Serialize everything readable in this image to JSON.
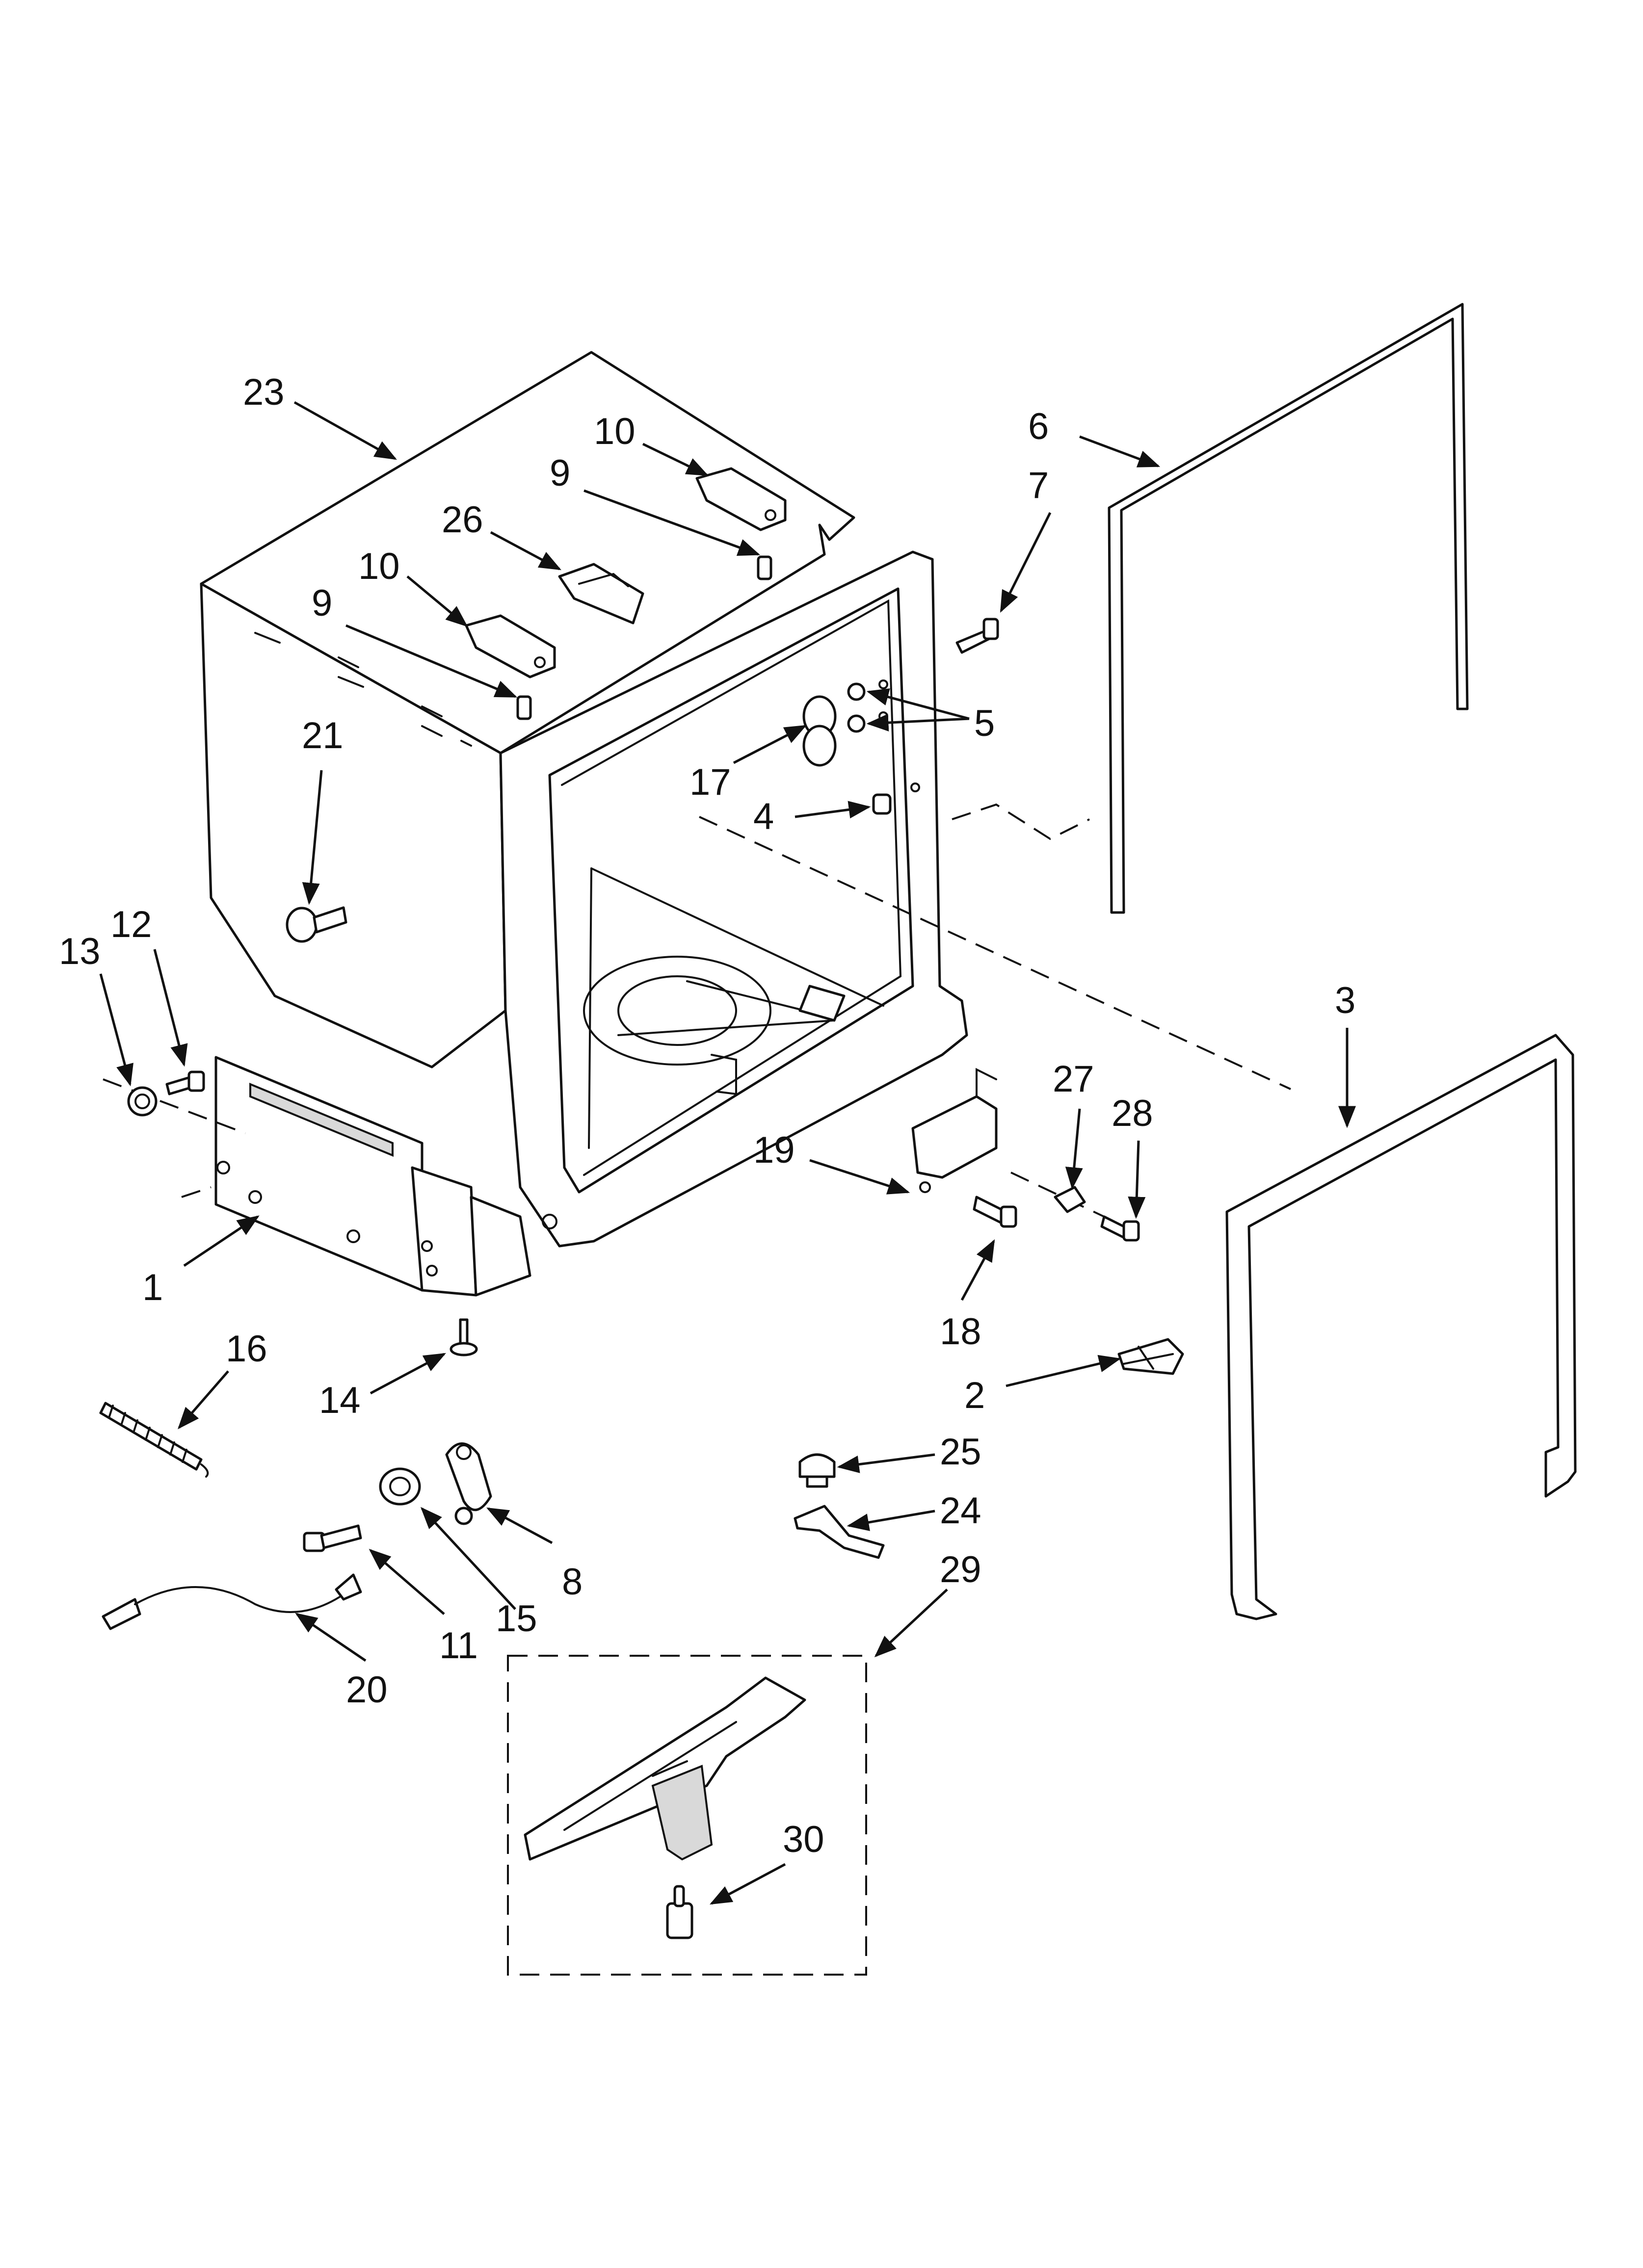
{
  "diagram": {
    "callouts": {
      "c1": "1",
      "c2": "2",
      "c3": "3",
      "c4": "4",
      "c5": "5",
      "c6": "6",
      "c7": "7",
      "c8": "8",
      "c9a": "9",
      "c9b": "9",
      "c10a": "10",
      "c10b": "10",
      "c11": "11",
      "c12": "12",
      "c13": "13",
      "c14": "14",
      "c15": "15",
      "c16": "16",
      "c17": "17",
      "c18": "18",
      "c19": "19",
      "c20": "20",
      "c21": "21",
      "c23": "23",
      "c24": "24",
      "c25": "25",
      "c26": "26",
      "c27": "27",
      "c28": "28",
      "c29": "29",
      "c30": "30"
    },
    "colors": {
      "line": "#111111",
      "background": "#ffffff",
      "shade": "#d9d9d9"
    }
  }
}
